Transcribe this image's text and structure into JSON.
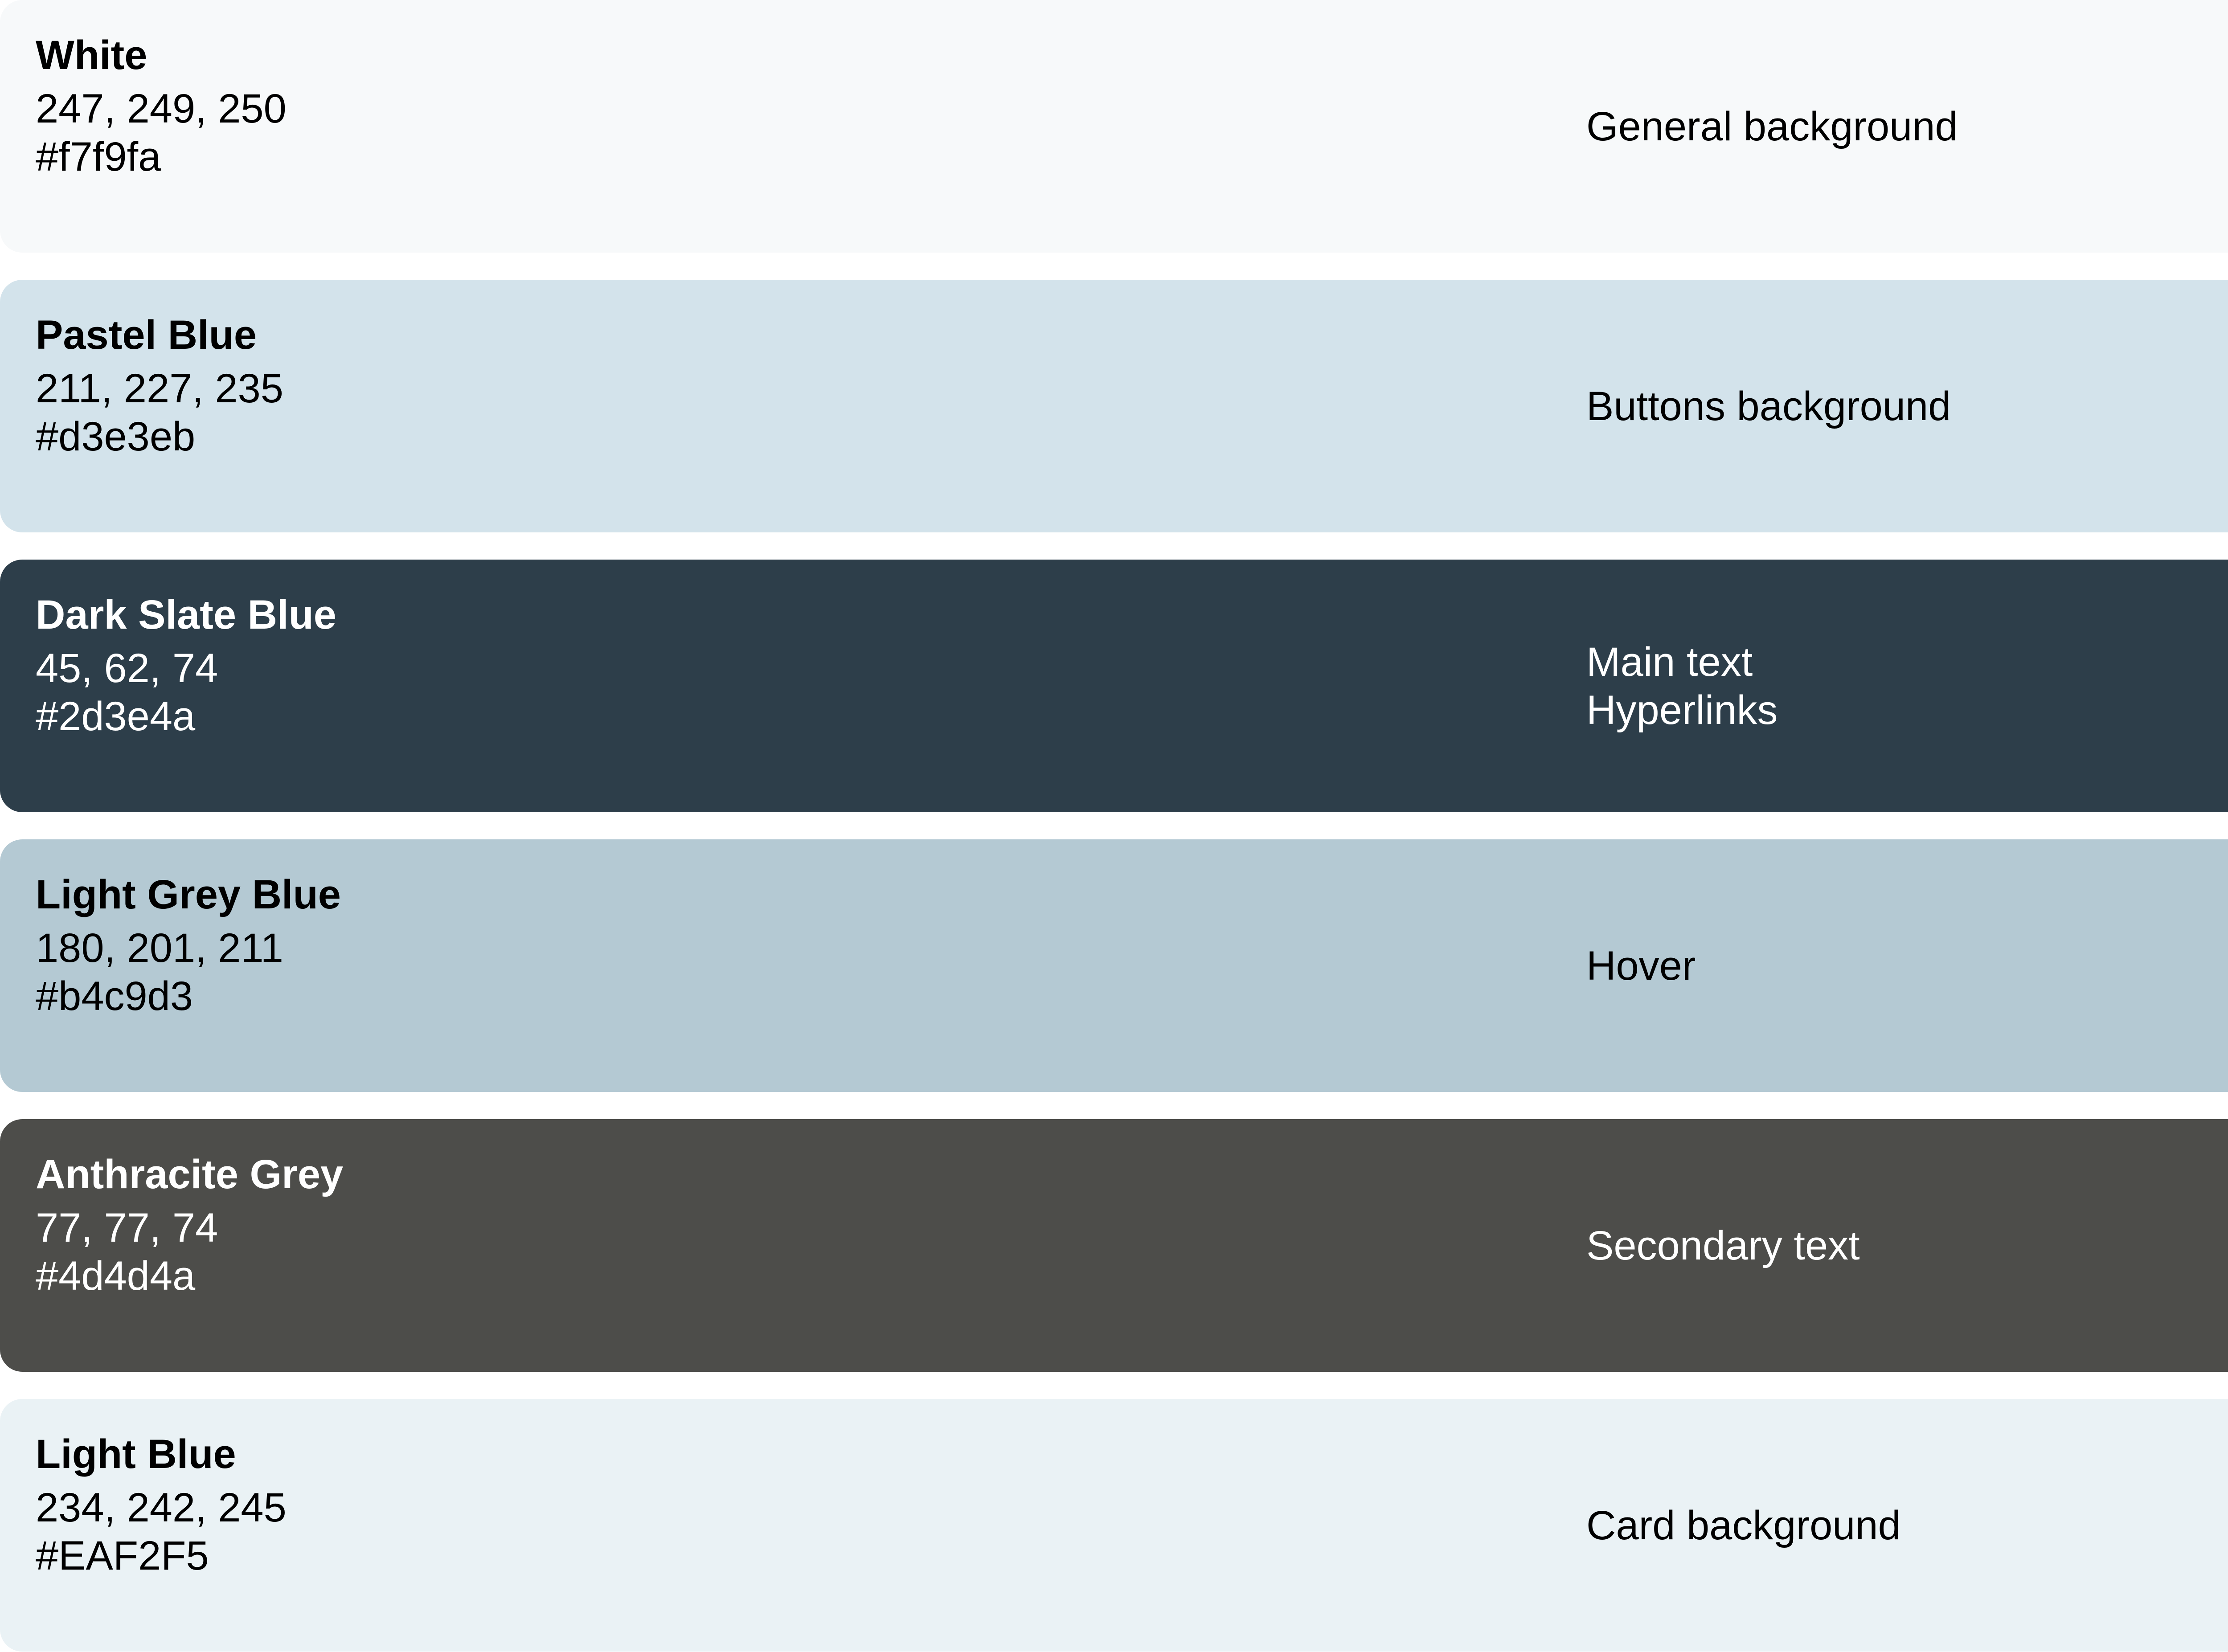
{
  "swatches": [
    {
      "name": "White",
      "rgb": "247, 249, 250",
      "hex": "#f7f9fa",
      "color": "#f7f9fa",
      "text_color": "#000000",
      "usage": [
        "General background"
      ]
    },
    {
      "name": "Pastel Blue",
      "rgb": "211, 227, 235",
      "hex": "#d3e3eb",
      "color": "#d3e3eb",
      "text_color": "#000000",
      "usage": [
        "Buttons background"
      ]
    },
    {
      "name": "Dark Slate Blue",
      "rgb": "45, 62, 74",
      "hex": "#2d3e4a",
      "color": "#2d3e4a",
      "text_color": "#ffffff",
      "usage": [
        "Main text",
        "Hyperlinks"
      ]
    },
    {
      "name": "Light Grey Blue",
      "rgb": "180, 201, 211",
      "hex": "#b4c9d3",
      "color": "#b4c9d3",
      "text_color": "#000000",
      "usage": [
        "Hover"
      ]
    },
    {
      "name": "Anthracite Grey",
      "rgb": "77, 77, 74",
      "hex": "#4d4d4a",
      "color": "#4d4d4a",
      "text_color": "#ffffff",
      "usage": [
        "Secondary text"
      ]
    },
    {
      "name": "Light Blue",
      "rgb": "234, 242, 245",
      "hex": "#EAF2F5",
      "color": "#eaf2f5",
      "text_color": "#000000",
      "usage": [
        "Card background"
      ]
    }
  ]
}
